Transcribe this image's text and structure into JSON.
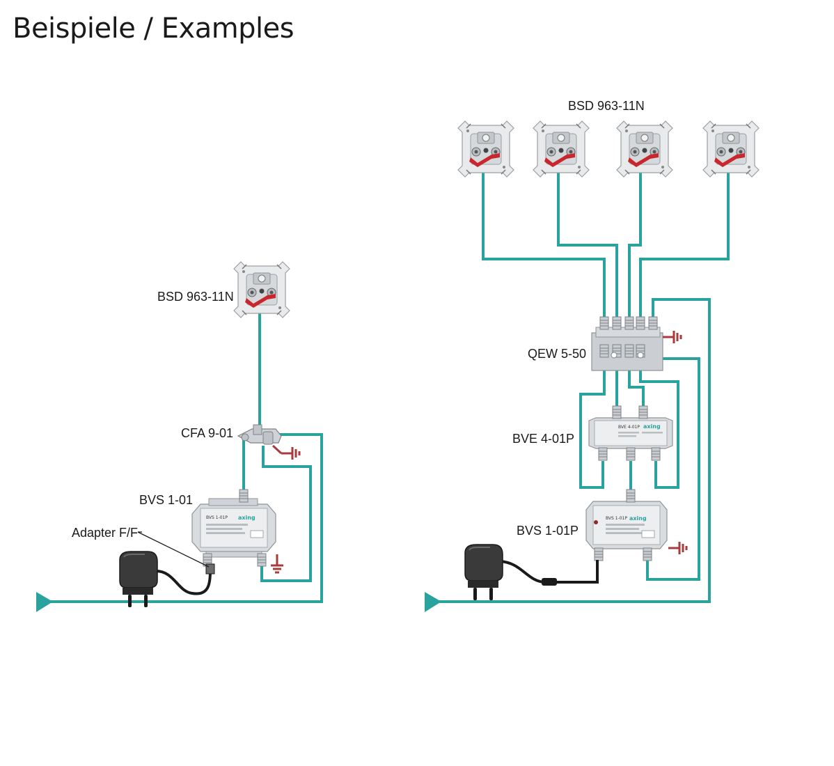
{
  "title": "Beispiele / Examples",
  "colors": {
    "cable": "#2aa39e",
    "ground": "#a83a3a",
    "power_cord": "#1a1a1a",
    "device_body": "#d9dcdf",
    "device_edge": "#8e9499",
    "socket_red": "#c8282d",
    "brand": "#2aa39e"
  },
  "left_example": {
    "socket_label": "BSD 963-11N",
    "filter_label": "CFA 9-01",
    "amplifier_label": "BVS 1-01",
    "adapter_label": "Adapter F/F",
    "amplifier_model": "BVS 1-01P",
    "brand": "axing"
  },
  "right_example": {
    "sockets_label": "BSD 963-11N",
    "distributor_label": "QEW 5-50",
    "splitter_label": "BVE 4-01P",
    "amplifier_label": "BVS 1-01P",
    "splitter_model": "BVE 4-01P",
    "amplifier_model": "BVS 1-01P",
    "brand": "axing"
  },
  "icons": [
    "wall-socket-icon",
    "ground-icon",
    "power-adapter-icon",
    "signal-input-arrow-icon"
  ]
}
